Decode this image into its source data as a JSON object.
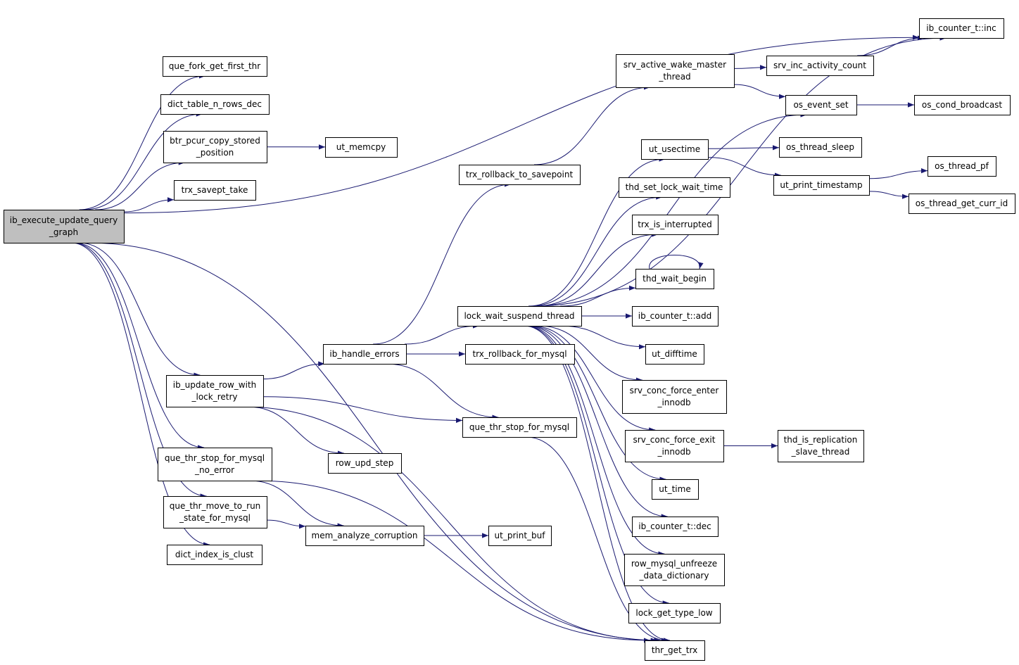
{
  "nodes": [
    {
      "id": "root",
      "lines": [
        "ib_execute_update_query",
        "_graph"
      ],
      "root": true
    },
    {
      "id": "que_fork_get_first_thr",
      "lines": [
        "que_fork_get_first_thr"
      ]
    },
    {
      "id": "dict_table_n_rows_dec",
      "lines": [
        "dict_table_n_rows_dec"
      ]
    },
    {
      "id": "btr_pcur_copy_stored_position",
      "lines": [
        "btr_pcur_copy_stored",
        "_position"
      ]
    },
    {
      "id": "ut_memcpy",
      "lines": [
        "ut_memcpy"
      ]
    },
    {
      "id": "trx_savept_take",
      "lines": [
        "trx_savept_take"
      ]
    },
    {
      "id": "ib_update_row_with_lock_retry",
      "lines": [
        "ib_update_row_with",
        "_lock_retry"
      ]
    },
    {
      "id": "que_thr_stop_for_mysql_no_error",
      "lines": [
        "que_thr_stop_for_mysql",
        "_no_error"
      ]
    },
    {
      "id": "que_thr_move_to_run_state_for_mysql",
      "lines": [
        "que_thr_move_to_run",
        "_state_for_mysql"
      ]
    },
    {
      "id": "dict_index_is_clust",
      "lines": [
        "dict_index_is_clust"
      ]
    },
    {
      "id": "ib_handle_errors",
      "lines": [
        "ib_handle_errors"
      ]
    },
    {
      "id": "row_upd_step",
      "lines": [
        "row_upd_step"
      ]
    },
    {
      "id": "mem_analyze_corruption",
      "lines": [
        "mem_analyze_corruption"
      ]
    },
    {
      "id": "ut_print_buf",
      "lines": [
        "ut_print_buf"
      ]
    },
    {
      "id": "trx_rollback_to_savepoint",
      "lines": [
        "trx_rollback_to_savepoint"
      ]
    },
    {
      "id": "lock_wait_suspend_thread",
      "lines": [
        "lock_wait_suspend_thread"
      ]
    },
    {
      "id": "trx_rollback_for_mysql",
      "lines": [
        "trx_rollback_for_mysql"
      ]
    },
    {
      "id": "que_thr_stop_for_mysql",
      "lines": [
        "que_thr_stop_for_mysql"
      ]
    },
    {
      "id": "srv_active_wake_master_thread",
      "lines": [
        "srv_active_wake_master",
        "_thread"
      ]
    },
    {
      "id": "srv_inc_activity_count",
      "lines": [
        "srv_inc_activity_count"
      ]
    },
    {
      "id": "ib_counter_t_inc",
      "lines": [
        "ib_counter_t::inc"
      ]
    },
    {
      "id": "os_event_set",
      "lines": [
        "os_event_set"
      ]
    },
    {
      "id": "os_cond_broadcast",
      "lines": [
        "os_cond_broadcast"
      ]
    },
    {
      "id": "ut_usectime",
      "lines": [
        "ut_usectime"
      ]
    },
    {
      "id": "os_thread_sleep",
      "lines": [
        "os_thread_sleep"
      ]
    },
    {
      "id": "ut_print_timestamp",
      "lines": [
        "ut_print_timestamp"
      ]
    },
    {
      "id": "os_thread_pf",
      "lines": [
        "os_thread_pf"
      ]
    },
    {
      "id": "os_thread_get_curr_id",
      "lines": [
        "os_thread_get_curr_id"
      ]
    },
    {
      "id": "thd_set_lock_wait_time",
      "lines": [
        "thd_set_lock_wait_time"
      ]
    },
    {
      "id": "trx_is_interrupted",
      "lines": [
        "trx_is_interrupted"
      ]
    },
    {
      "id": "thd_wait_begin",
      "lines": [
        "thd_wait_begin"
      ]
    },
    {
      "id": "ib_counter_t_add",
      "lines": [
        "ib_counter_t::add"
      ]
    },
    {
      "id": "ut_difftime",
      "lines": [
        "ut_difftime"
      ]
    },
    {
      "id": "srv_conc_force_enter_innodb",
      "lines": [
        "srv_conc_force_enter",
        "_innodb"
      ]
    },
    {
      "id": "srv_conc_force_exit_innodb",
      "lines": [
        "srv_conc_force_exit",
        "_innodb"
      ]
    },
    {
      "id": "thd_is_replication_slave_thread",
      "lines": [
        "thd_is_replication",
        "_slave_thread"
      ]
    },
    {
      "id": "ut_time",
      "lines": [
        "ut_time"
      ]
    },
    {
      "id": "ib_counter_t_dec",
      "lines": [
        "ib_counter_t::dec"
      ]
    },
    {
      "id": "row_mysql_unfreeze_data_dictionary",
      "lines": [
        "row_mysql_unfreeze",
        "_data_dictionary"
      ]
    },
    {
      "id": "lock_get_type_low",
      "lines": [
        "lock_get_type_low"
      ]
    },
    {
      "id": "thr_get_trx",
      "lines": [
        "thr_get_trx"
      ]
    }
  ],
  "edges": [
    [
      "root",
      "que_fork_get_first_thr"
    ],
    [
      "root",
      "dict_table_n_rows_dec"
    ],
    [
      "root",
      "btr_pcur_copy_stored_position"
    ],
    [
      "root",
      "trx_savept_take"
    ],
    [
      "root",
      "ib_counter_t_inc"
    ],
    [
      "root",
      "ib_update_row_with_lock_retry"
    ],
    [
      "root",
      "que_thr_stop_for_mysql_no_error"
    ],
    [
      "root",
      "que_thr_move_to_run_state_for_mysql"
    ],
    [
      "root",
      "dict_index_is_clust"
    ],
    [
      "root",
      "thr_get_trx"
    ],
    [
      "btr_pcur_copy_stored_position",
      "ut_memcpy"
    ],
    [
      "ib_update_row_with_lock_retry",
      "ib_handle_errors"
    ],
    [
      "ib_update_row_with_lock_retry",
      "que_thr_stop_for_mysql"
    ],
    [
      "ib_update_row_with_lock_retry",
      "row_upd_step"
    ],
    [
      "ib_update_row_with_lock_retry",
      "thr_get_trx"
    ],
    [
      "que_thr_stop_for_mysql_no_error",
      "mem_analyze_corruption"
    ],
    [
      "que_thr_stop_for_mysql_no_error",
      "thr_get_trx"
    ],
    [
      "que_thr_move_to_run_state_for_mysql",
      "mem_analyze_corruption"
    ],
    [
      "mem_analyze_corruption",
      "ut_print_buf"
    ],
    [
      "ib_handle_errors",
      "trx_rollback_to_savepoint"
    ],
    [
      "ib_handle_errors",
      "lock_wait_suspend_thread"
    ],
    [
      "ib_handle_errors",
      "trx_rollback_for_mysql"
    ],
    [
      "ib_handle_errors",
      "que_thr_stop_for_mysql"
    ],
    [
      "que_thr_stop_for_mysql",
      "thr_get_trx"
    ],
    [
      "trx_rollback_to_savepoint",
      "srv_active_wake_master_thread"
    ],
    [
      "srv_active_wake_master_thread",
      "srv_inc_activity_count"
    ],
    [
      "srv_active_wake_master_thread",
      "os_event_set"
    ],
    [
      "srv_inc_activity_count",
      "ib_counter_t_inc"
    ],
    [
      "os_event_set",
      "os_cond_broadcast"
    ],
    [
      "lock_wait_suspend_thread",
      "ib_counter_t_inc"
    ],
    [
      "lock_wait_suspend_thread",
      "os_event_set"
    ],
    [
      "lock_wait_suspend_thread",
      "ut_usectime"
    ],
    [
      "lock_wait_suspend_thread",
      "thd_set_lock_wait_time"
    ],
    [
      "lock_wait_suspend_thread",
      "trx_is_interrupted"
    ],
    [
      "lock_wait_suspend_thread",
      "thd_wait_begin"
    ],
    [
      "lock_wait_suspend_thread",
      "ib_counter_t_add"
    ],
    [
      "lock_wait_suspend_thread",
      "ut_difftime"
    ],
    [
      "lock_wait_suspend_thread",
      "srv_conc_force_enter_innodb"
    ],
    [
      "lock_wait_suspend_thread",
      "srv_conc_force_exit_innodb"
    ],
    [
      "lock_wait_suspend_thread",
      "ut_time"
    ],
    [
      "lock_wait_suspend_thread",
      "ib_counter_t_dec"
    ],
    [
      "lock_wait_suspend_thread",
      "row_mysql_unfreeze_data_dictionary"
    ],
    [
      "lock_wait_suspend_thread",
      "lock_get_type_low"
    ],
    [
      "lock_wait_suspend_thread",
      "thr_get_trx"
    ],
    [
      "ut_usectime",
      "os_thread_sleep"
    ],
    [
      "ut_usectime",
      "ut_print_timestamp"
    ],
    [
      "ut_print_timestamp",
      "os_thread_pf"
    ],
    [
      "ut_print_timestamp",
      "os_thread_get_curr_id"
    ],
    [
      "thd_wait_begin",
      "thd_wait_begin"
    ],
    [
      "srv_conc_force_exit_innodb",
      "thd_is_replication_slave_thread"
    ]
  ]
}
